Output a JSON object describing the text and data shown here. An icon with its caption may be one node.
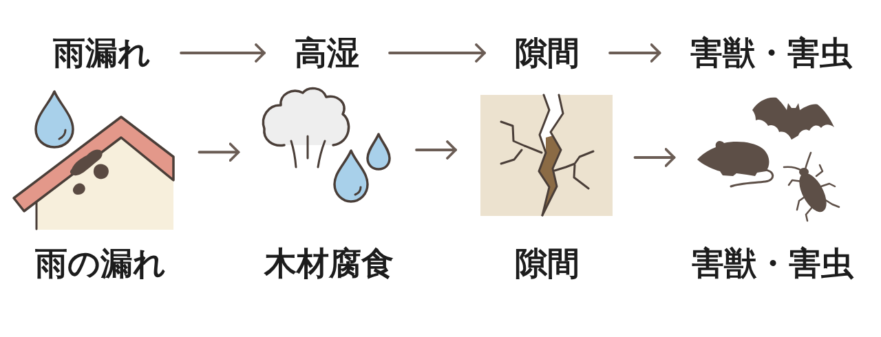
{
  "diagram": {
    "nodes": [
      {
        "text": [
          "雨漏れ"
        ]
      },
      {
        "text": [
          "高湿"
        ]
      },
      {
        "text": [
          "隙間"
        ]
      },
      {
        "text": [
          "害獣・害虫"
        ]
      },
      {
        "text": [],
        "shape": "picture",
        "beside": [
          "雨の漏れ"
        ]
      },
      {
        "text": [],
        "shape": "picture",
        "beside": [
          "木材腐食"
        ]
      },
      {
        "text": [],
        "shape": "picture",
        "beside": [
          "隙間"
        ]
      },
      {
        "text": [],
        "shape": "picture",
        "beside": [
          "害獣・害虫"
        ]
      }
    ],
    "edges": [
      {
        "from": 0,
        "to": 1,
        "arrow": "to"
      },
      {
        "from": 1,
        "to": 2,
        "arrow": "to"
      },
      {
        "from": 2,
        "to": 3,
        "arrow": "to"
      },
      {
        "from": 4,
        "to": 5,
        "arrow": "to"
      },
      {
        "from": 5,
        "to": 6,
        "arrow": "to"
      },
      {
        "from": 6,
        "to": 7,
        "arrow": "to"
      }
    ]
  }
}
